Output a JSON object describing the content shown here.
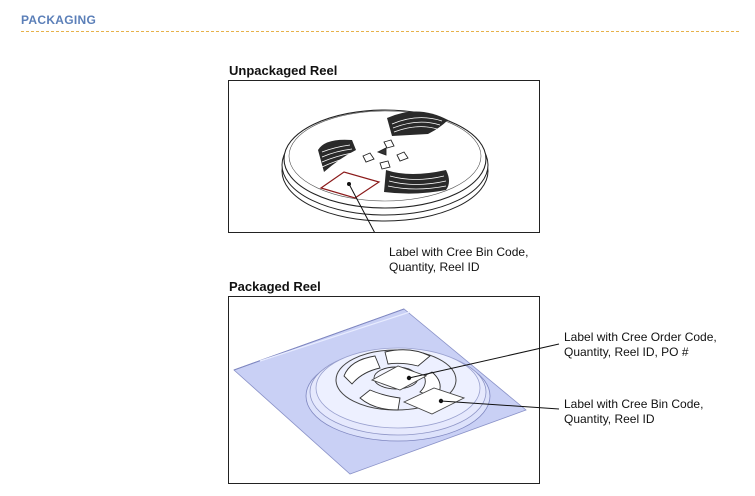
{
  "section": {
    "title": "PACKAGING"
  },
  "unpackaged": {
    "title": "Unpackaged Reel",
    "callout": [
      "Label with Cree Bin Code,",
      "Quantity, Reel ID"
    ]
  },
  "packaged": {
    "title": "Packaged Reel",
    "callout_top": [
      "Label with Cree Order Code,",
      "Quantity, Reel ID, PO #"
    ],
    "callout_bottom": [
      "Label with Cree Bin Code,",
      "Quantity, Reel ID"
    ]
  },
  "colors": {
    "heading": "#5b7fb8",
    "rule": "#e7b24a",
    "label_outline": "#8b1a1a",
    "bag": "#c9d0f5"
  }
}
